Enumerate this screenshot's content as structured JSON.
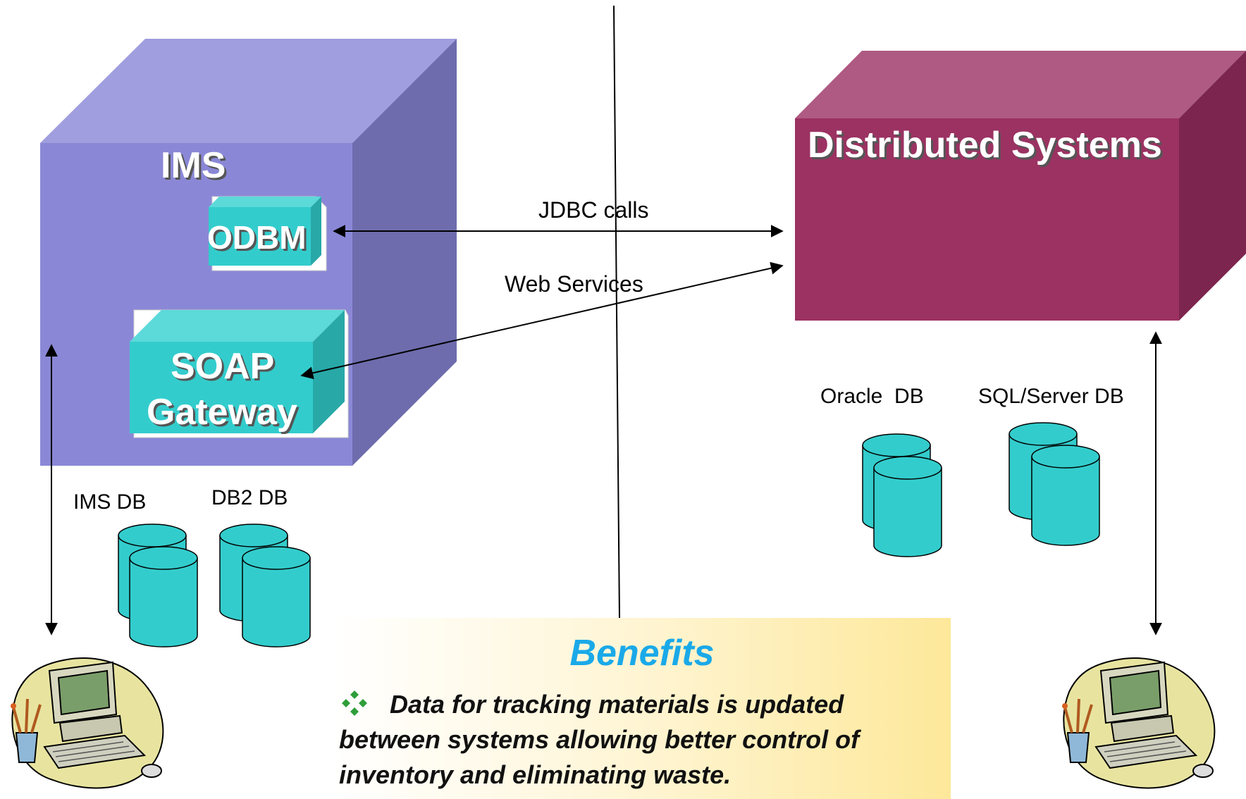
{
  "ims": {
    "title": "IMS",
    "odbm": "ODBM",
    "soap_line1": "SOAP",
    "soap_line2": "Gateway"
  },
  "distributed": {
    "title": "Distributed Systems"
  },
  "connections": {
    "jdbc": "JDBC calls",
    "web_services": "Web Services"
  },
  "databases": {
    "ims_db": "IMS DB",
    "db2_db": "DB2 DB",
    "oracle_db": "Oracle  DB",
    "sqlserver_db": "SQL/Server DB"
  },
  "benefits": {
    "title": "Benefits",
    "text": "Data for tracking materials is updated between systems allowing better control of inventory and eliminating waste."
  },
  "colors": {
    "ims_front": "#8a88d6",
    "ims_top": "#a09ede",
    "ims_side": "#6e6cad",
    "dist_front": "#9b3262",
    "dist_top": "#ae5a82",
    "dist_side": "#7c254f",
    "teal": "#33cccc",
    "teal_top": "#5cd9d9",
    "teal_side": "#29a8a8",
    "benefits_title": "#1aa9e8"
  },
  "icons": [
    "computer-user-icon",
    "database-icon",
    "bullet-diamond-icon"
  ]
}
